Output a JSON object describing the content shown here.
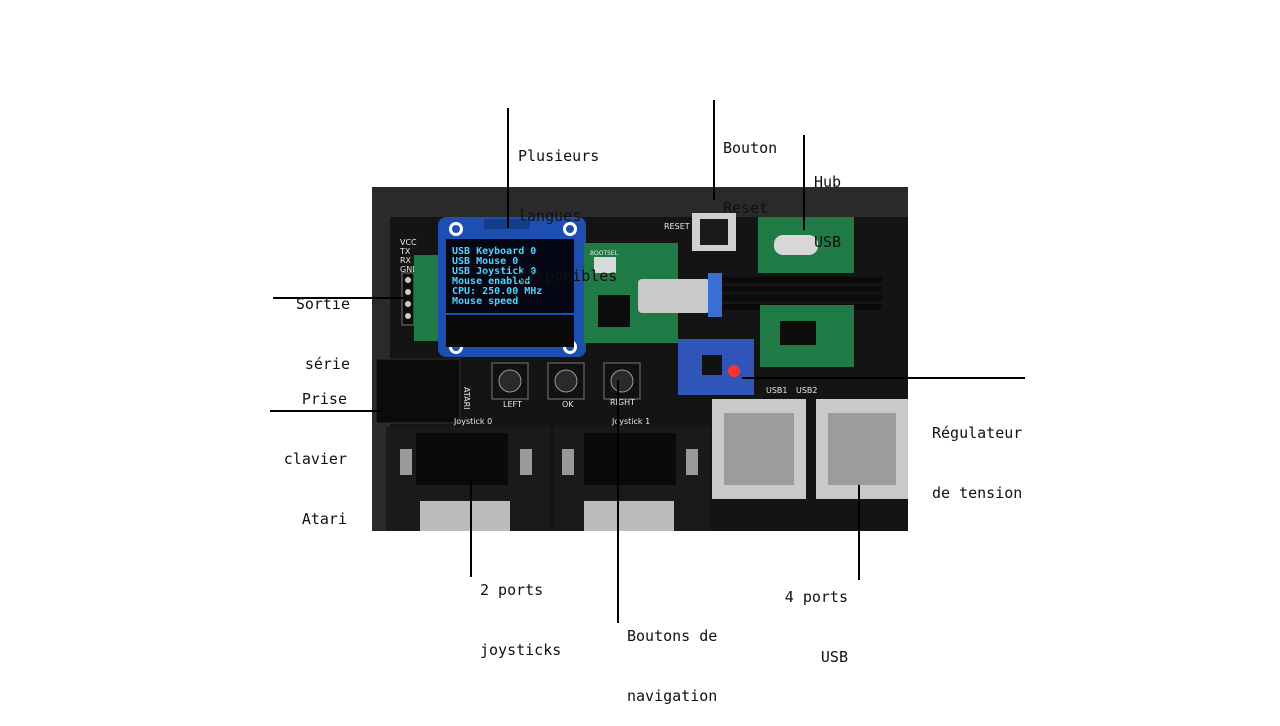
{
  "callouts": {
    "langues": {
      "lines": [
        "Plusieurs",
        "langues",
        "disponibles"
      ]
    },
    "reset": {
      "lines": [
        "Bouton",
        "Reset"
      ]
    },
    "hub": {
      "lines": [
        "Hub",
        "USB"
      ]
    },
    "serie": {
      "lines": [
        "Sortie",
        "série"
      ]
    },
    "clavier": {
      "lines": [
        "Prise",
        "clavier",
        "Atari"
      ]
    },
    "regulateur": {
      "lines": [
        "Régulateur",
        "de tension"
      ]
    },
    "joysticks": {
      "lines": [
        "2 ports",
        "joysticks"
      ]
    },
    "usb_ports": {
      "lines": [
        "4 ports",
        "USB"
      ]
    },
    "navigation": {
      "lines": [
        "Boutons de",
        "navigation"
      ]
    }
  },
  "board": {
    "silkscreen": {
      "power_pins": [
        "VCC",
        "TX",
        "RX",
        "GND"
      ],
      "reset": "RESET",
      "bootsel": "BOOTSEL",
      "atari": "ATARI",
      "left": "LEFT",
      "ok": "OK",
      "right": "RIGHT",
      "joystick0": "Joystick 0",
      "joystick1": "Joystick 1",
      "usb1": "USB1",
      "usb2": "USB2"
    },
    "oled_lines": [
      "USB Keyboard  0",
      "USB Mouse     0",
      "USB Joystick  0",
      "Mouse enabled",
      "CPU: 250.00 MHz",
      "Mouse speed"
    ],
    "colors": {
      "pcb": "#141414",
      "module_green": "#1f7a45",
      "oled_blue": "#1d4fb0",
      "oled_text": "#4fd3ff",
      "metal": "#c9c9c9"
    }
  }
}
